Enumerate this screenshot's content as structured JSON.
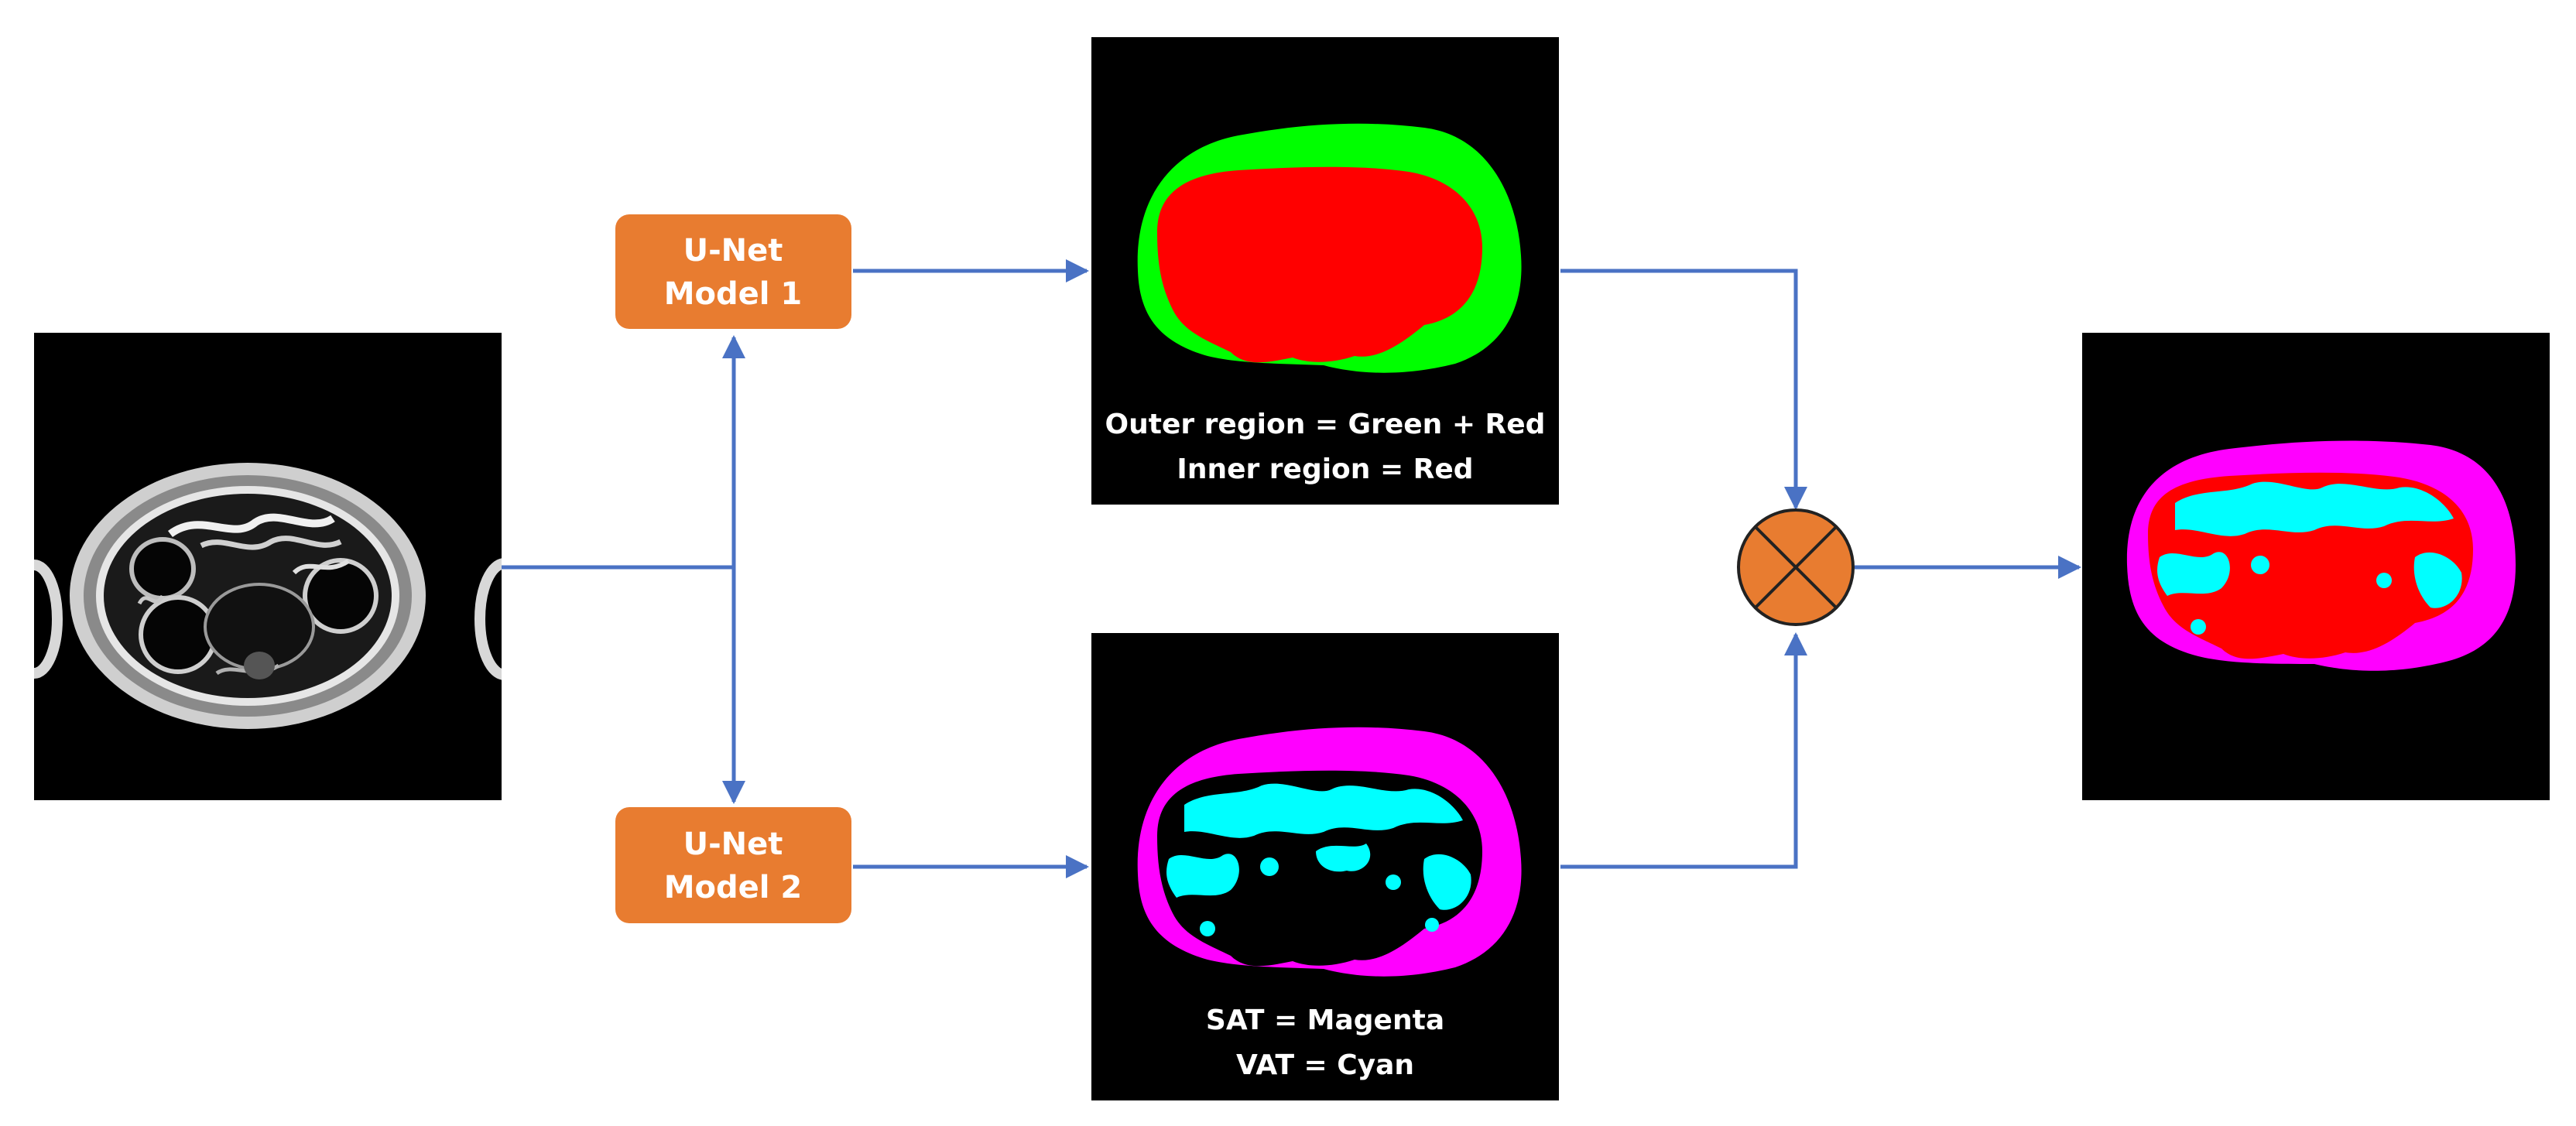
{
  "model1": {
    "line1": "U-Net",
    "line2": "Model 1"
  },
  "model2": {
    "line1": "U-Net",
    "line2": "Model 2"
  },
  "top_output": {
    "caption1": "Outer region = Green + Red",
    "caption2": "Inner region = Red"
  },
  "bottom_output": {
    "caption1": "SAT = Magenta",
    "caption2": "VAT = Cyan"
  },
  "colors": {
    "model_box": "#E87C30",
    "arrow": "#4A72C4",
    "combine_node": "#E87C30",
    "green": "#00FF00",
    "red": "#FF0000",
    "magenta": "#FF00FF",
    "cyan": "#00FFFF"
  }
}
